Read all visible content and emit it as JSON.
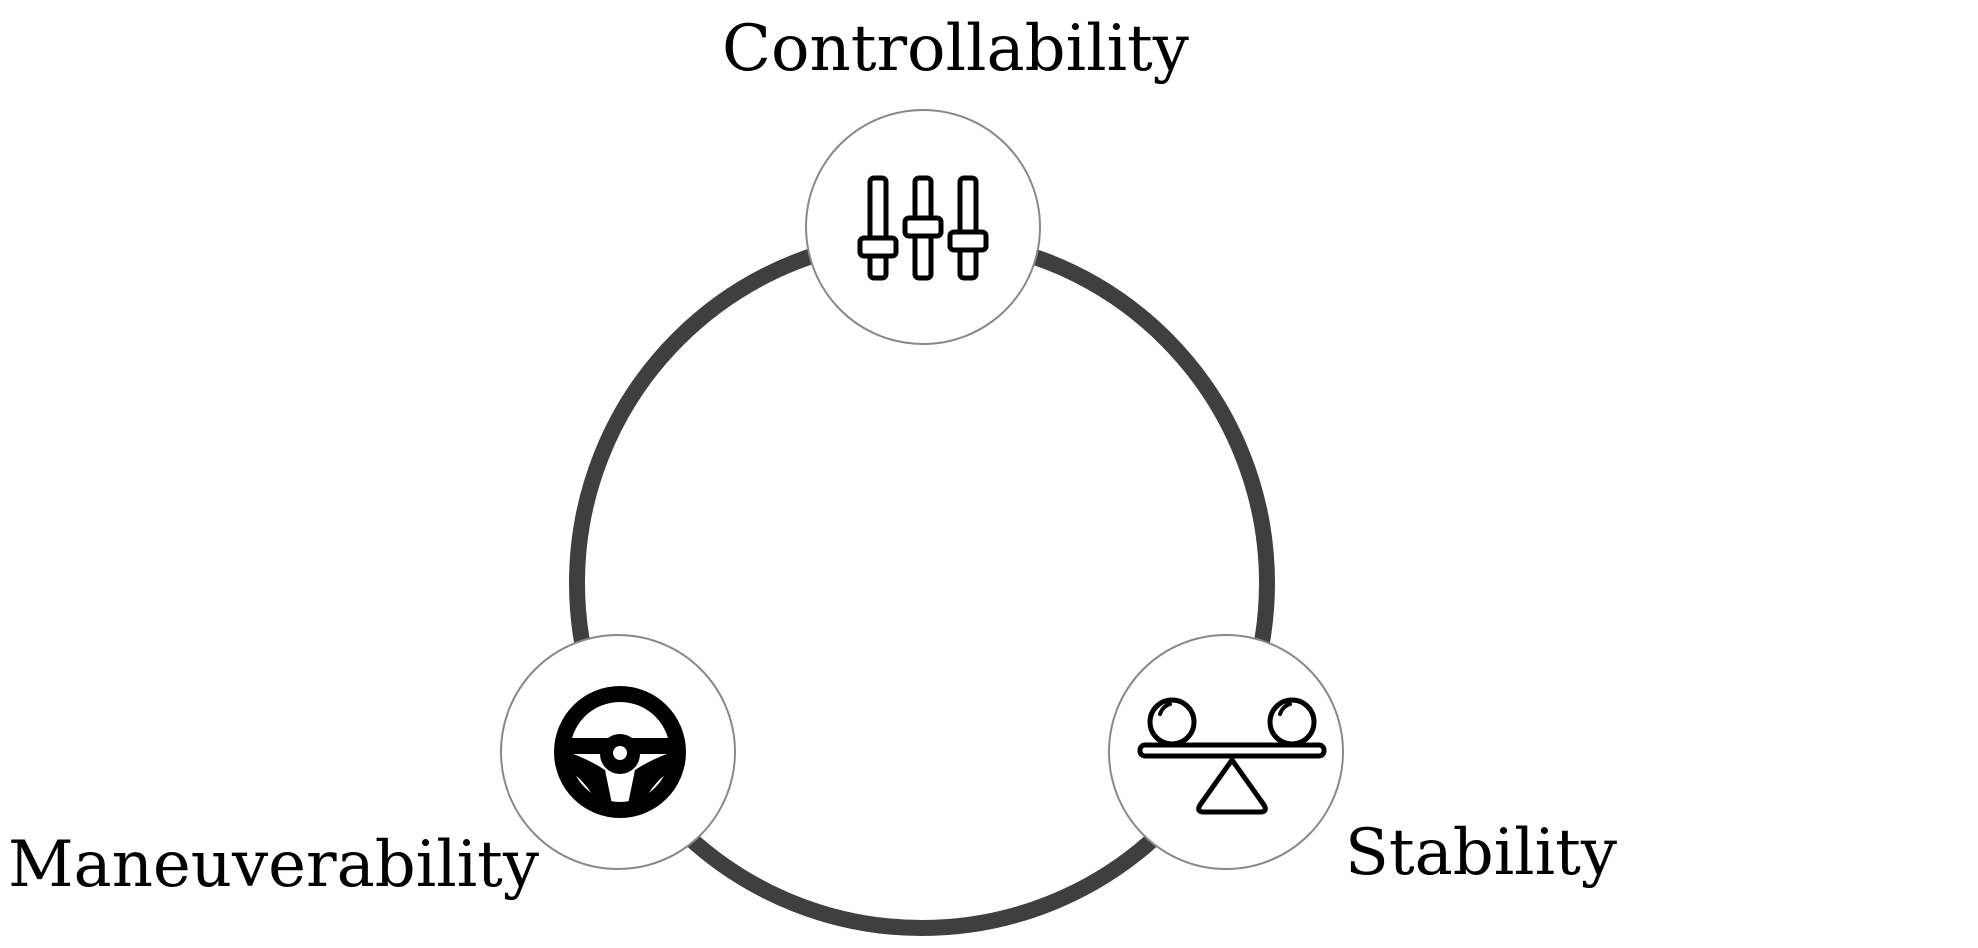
{
  "diagram": {
    "nodes": [
      {
        "id": "controllability",
        "label": "Controllability",
        "icon": "sliders-icon"
      },
      {
        "id": "maneuverability",
        "label": "Maneuverability",
        "icon": "steering-wheel-icon"
      },
      {
        "id": "stability",
        "label": "Stability",
        "icon": "balance-scale-icon"
      }
    ],
    "colors": {
      "ring": "#3f3f3f",
      "node_border": "#888888",
      "icon": "#000000",
      "text": "#000000",
      "background": "#ffffff"
    }
  }
}
